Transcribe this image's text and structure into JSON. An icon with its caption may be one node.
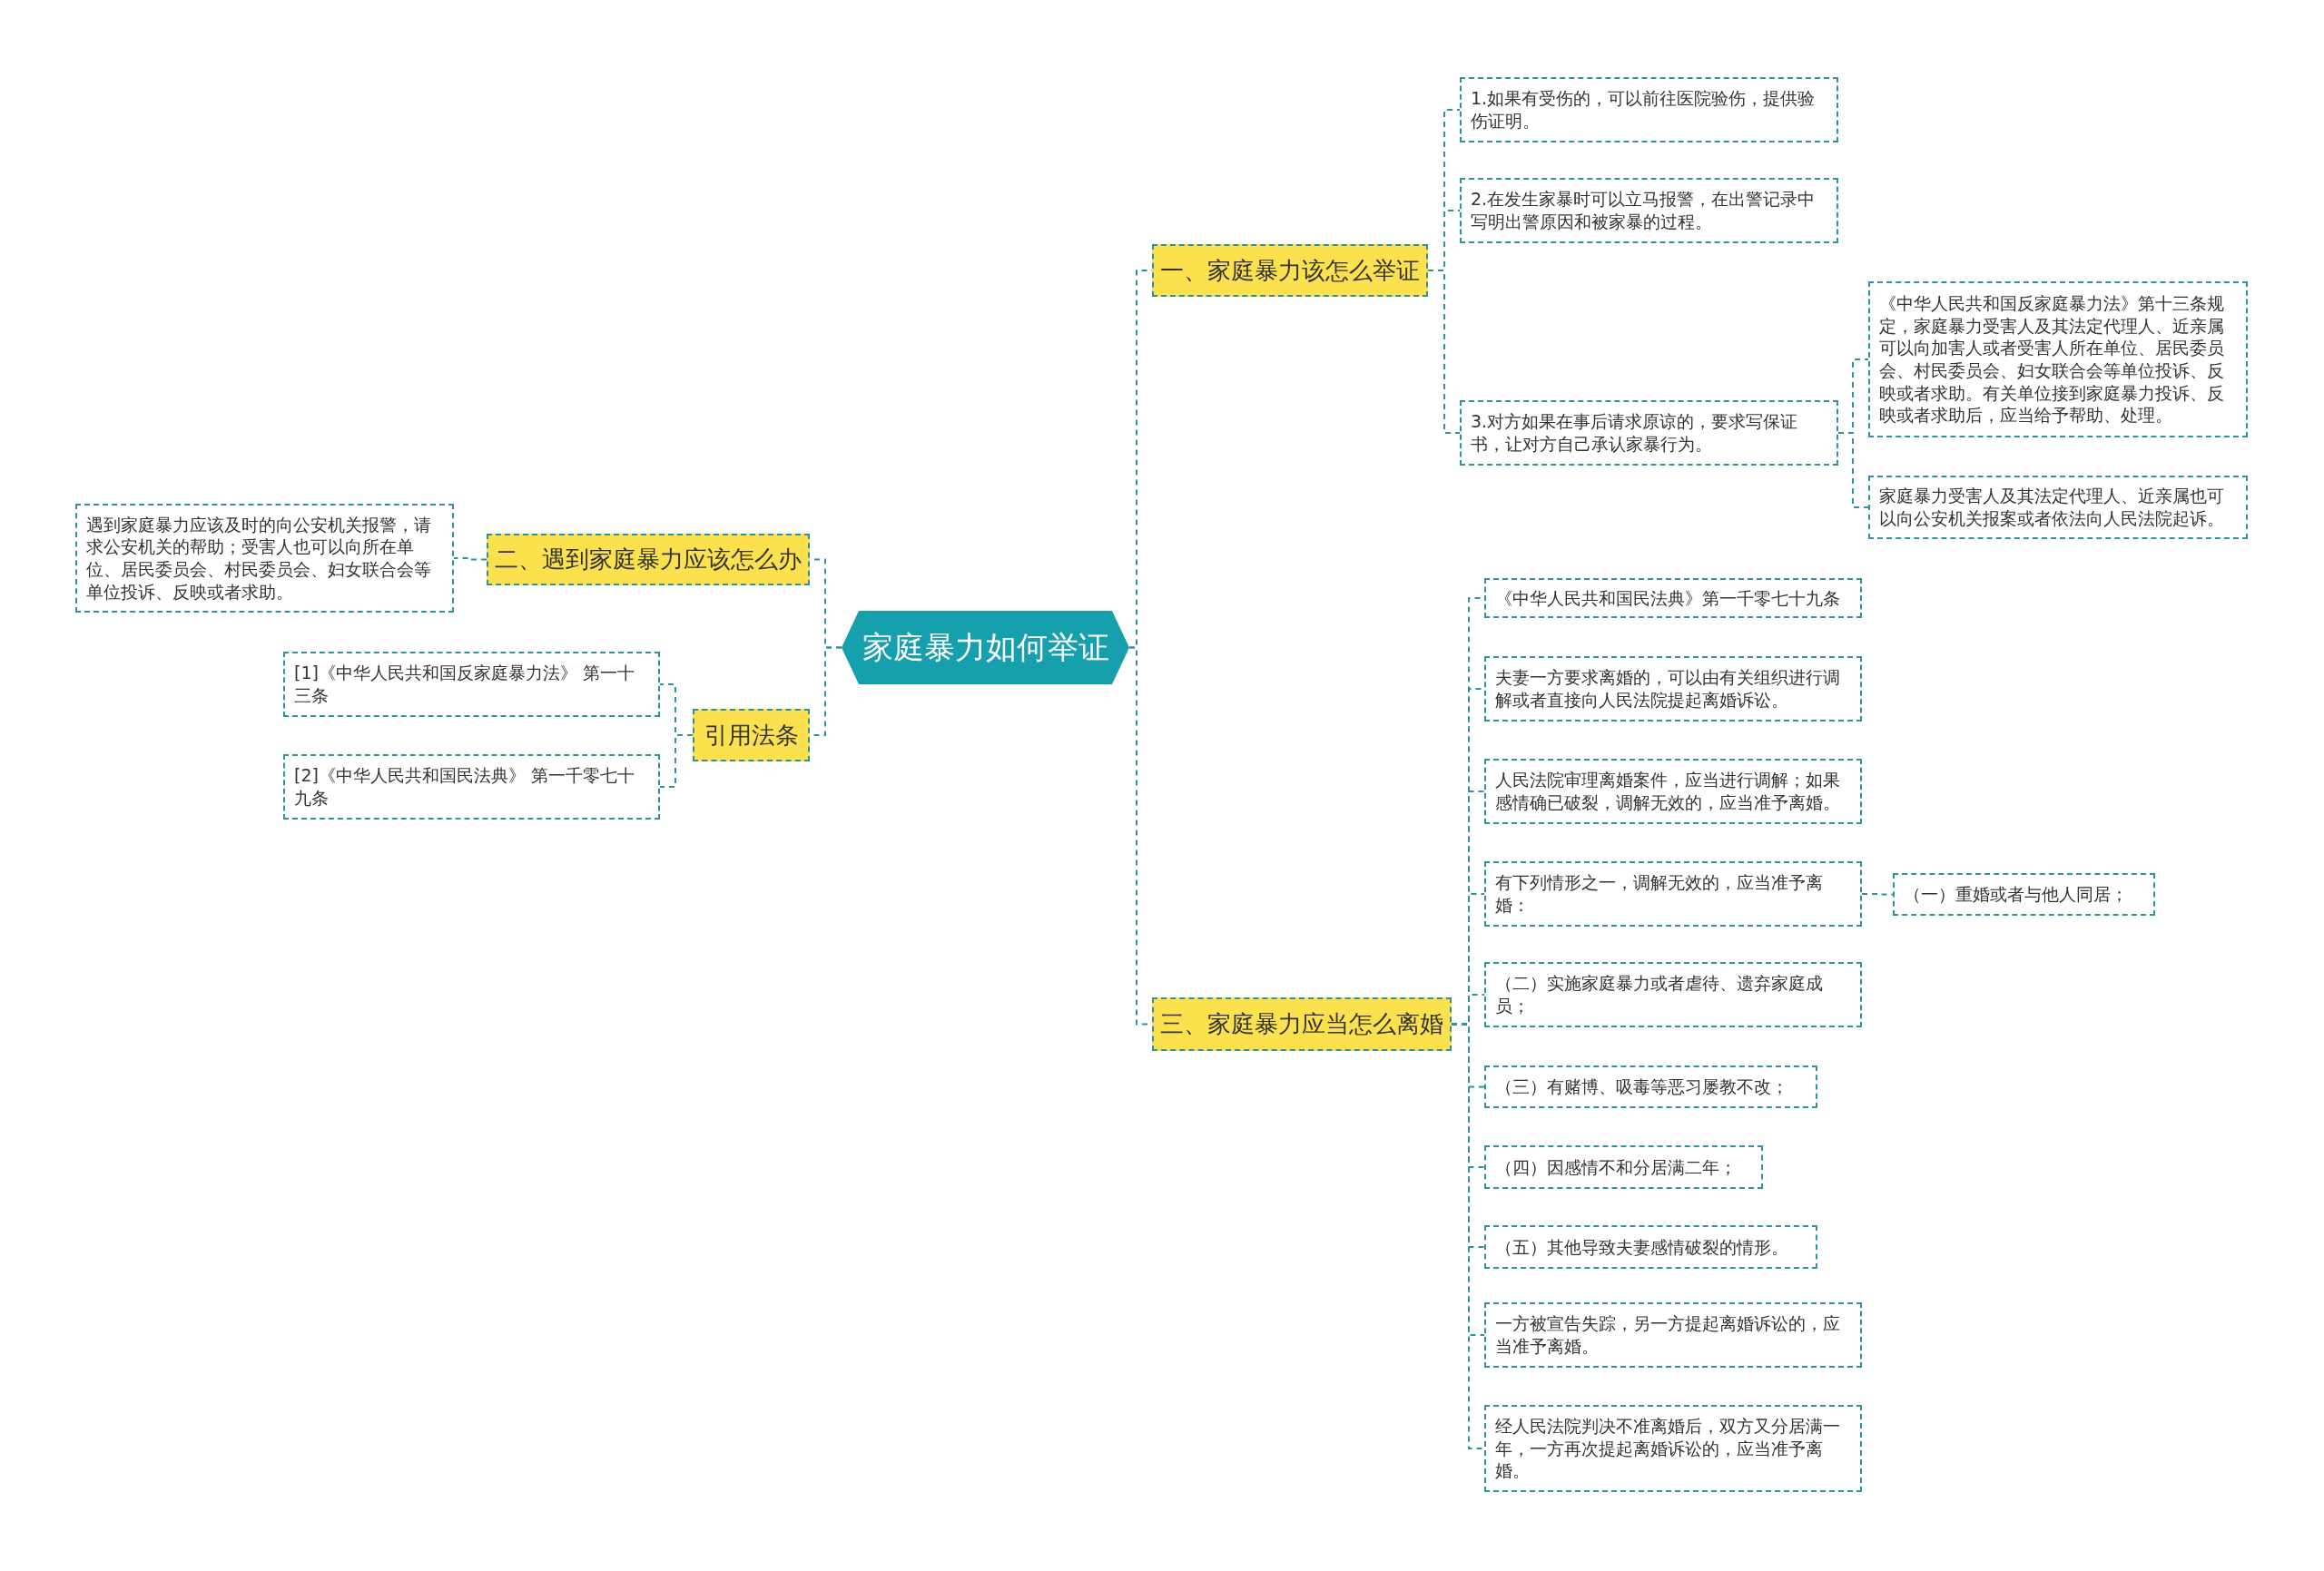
{
  "diagram": {
    "nodes": [
      {
        "text": [
          "家庭暴力如何举证"
        ]
      },
      {
        "text": [
          "一、家庭暴力该怎么举证"
        ]
      },
      {
        "text": [
          "1.如果有受伤的，可以前往医院验伤，提供验伤证明。"
        ]
      },
      {
        "text": [
          "2.在发生家暴时可以立马报警，在出警记录中写明出警原因和被家暴的过程。"
        ]
      },
      {
        "text": [
          "3.对方如果在事后请求原谅的，要求写保证书，让对方自己承认家暴行为。"
        ]
      },
      {
        "text": [
          "《中华人民共和国反家庭暴力法》第十三条规定，家庭暴力受害人及其法定代理人、近亲属可以向加害人或者受害人所在单位、居民委员会、村民委员会、妇女联合会等单位投诉、反映或者求助。有关单位接到家庭暴力投诉、反映或者求助后，应当给予帮助、处理。"
        ]
      },
      {
        "text": [
          "家庭暴力受害人及其法定代理人、近亲属也可以向公安机关报案或者依法向人民法院起诉。"
        ]
      },
      {
        "text": [
          "二、遇到家庭暴力应该怎么办"
        ]
      },
      {
        "text": [
          "遇到家庭暴力应该及时的向公安机关报警，请求公安机关的帮助；受害人也可以向所在单位、居民委员会、村民委员会、妇女联合会等单位投诉、反映或者求助。"
        ]
      },
      {
        "text": [
          "引用法条"
        ]
      },
      {
        "text": [
          "[1]《中华人民共和国反家庭暴力法》 第一十三条"
        ]
      },
      {
        "text": [
          "[2]《中华人民共和国民法典》 第一千零七十九条"
        ]
      },
      {
        "text": [
          "三、家庭暴力应当怎么离婚"
        ]
      },
      {
        "text": [
          "《中华人民共和国民法典》第一千零七十九条"
        ]
      },
      {
        "text": [
          "夫妻一方要求离婚的，可以由有关组织进行调解或者直接向人民法院提起离婚诉讼。"
        ]
      },
      {
        "text": [
          "人民法院审理离婚案件，应当进行调解；如果感情确已破裂，调解无效的，应当准予离婚。"
        ]
      },
      {
        "text": [
          "有下列情形之一，调解无效的，应当准予离婚："
        ]
      },
      {
        "text": [
          "（一）重婚或者与他人同居；"
        ]
      },
      {
        "text": [
          "（二）实施家庭暴力或者虐待、遗弃家庭成员；"
        ]
      },
      {
        "text": [
          "（三）有赌博、吸毒等恶习屡教不改；"
        ]
      },
      {
        "text": [
          "（四）因感情不和分居满二年；"
        ]
      },
      {
        "text": [
          "（五）其他导致夫妻感情破裂的情形。"
        ]
      },
      {
        "text": [
          "一方被宣告失踪，另一方提起离婚诉讼的，应当准予离婚。"
        ]
      },
      {
        "text": [
          "经人民法院判决不准离婚后，双方又分居满一年，一方再次提起离婚诉讼的，应当准予离婚。"
        ]
      }
    ],
    "edges": [
      {
        "from": 0,
        "to": 1,
        "arrow": "none"
      },
      {
        "from": 1,
        "to": 2,
        "arrow": "none"
      },
      {
        "from": 1,
        "to": 3,
        "arrow": "none"
      },
      {
        "from": 1,
        "to": 4,
        "arrow": "none"
      },
      {
        "from": 4,
        "to": 5,
        "arrow": "none"
      },
      {
        "from": 4,
        "to": 6,
        "arrow": "none"
      },
      {
        "from": 0,
        "to": 7,
        "arrow": "none"
      },
      {
        "from": 7,
        "to": 8,
        "arrow": "none"
      },
      {
        "from": 0,
        "to": 9,
        "arrow": "none"
      },
      {
        "from": 9,
        "to": 10,
        "arrow": "none"
      },
      {
        "from": 9,
        "to": 11,
        "arrow": "none"
      },
      {
        "from": 0,
        "to": 12,
        "arrow": "none"
      },
      {
        "from": 12,
        "to": 13,
        "arrow": "none"
      },
      {
        "from": 12,
        "to": 14,
        "arrow": "none"
      },
      {
        "from": 12,
        "to": 15,
        "arrow": "none"
      },
      {
        "from": 12,
        "to": 16,
        "arrow": "none"
      },
      {
        "from": 16,
        "to": 17,
        "arrow": "none"
      },
      {
        "from": 12,
        "to": 18,
        "arrow": "none"
      },
      {
        "from": 12,
        "to": 19,
        "arrow": "none"
      },
      {
        "from": 12,
        "to": 20,
        "arrow": "none"
      },
      {
        "from": 12,
        "to": 21,
        "arrow": "none"
      },
      {
        "from": 12,
        "to": 22,
        "arrow": "none"
      },
      {
        "from": 12,
        "to": 23,
        "arrow": "none"
      }
    ]
  }
}
